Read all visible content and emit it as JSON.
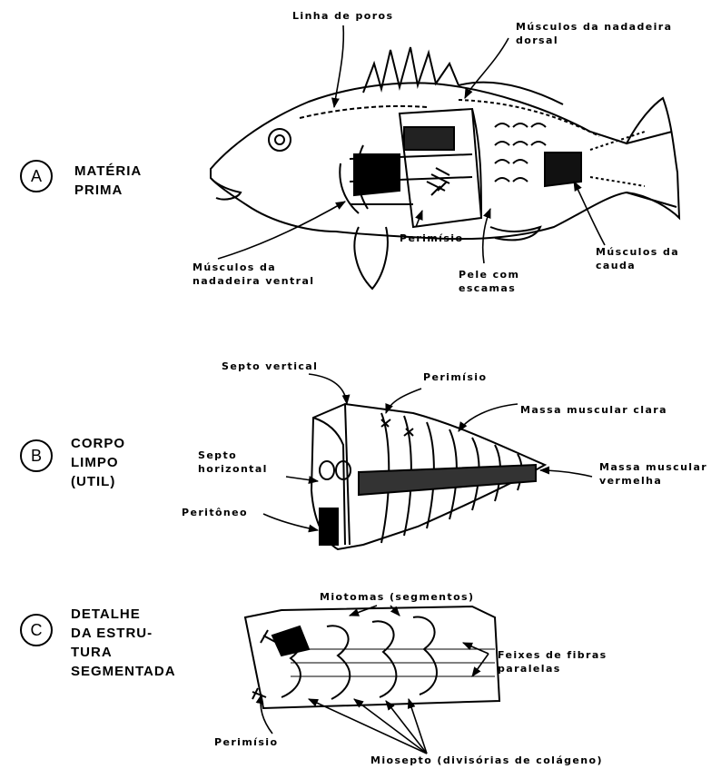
{
  "sections": {
    "a": {
      "letter": "A",
      "title_line1": "MATÉRIA",
      "title_line2": "PRIMA"
    },
    "b": {
      "letter": "B",
      "title_line1": "CORPO",
      "title_line2": "LIMPO",
      "title_line3": "(UTIL)"
    },
    "c": {
      "letter": "C",
      "title_line1": "DETALHE",
      "title_line2": "DA ESTRU-",
      "title_line3": "TURA",
      "title_line4": "SEGMENTADA"
    }
  },
  "labels_a": {
    "linha_poros": "Linha de poros",
    "musculos_dorsal_1": "Músculos da nadadeira",
    "musculos_dorsal_2": "dorsal",
    "musculos_ventral_1": "Músculos da",
    "musculos_ventral_2": "nadadeira ventral",
    "perimisio": "Perimísio",
    "pele_1": "Pele com",
    "pele_2": "escamas",
    "cauda_1": "Músculos da",
    "cauda_2": "cauda"
  },
  "labels_b": {
    "septo_vertical": "Septo vertical",
    "perimisio": "Perimísio",
    "massa_clara": "Massa muscular clara",
    "septo_horizontal_1": "Septo",
    "septo_horizontal_2": "horizontal",
    "massa_vermelha_1": "Massa muscular",
    "massa_vermelha_2": "vermelha",
    "peritoneo": "Peritôneo"
  },
  "labels_c": {
    "miotomos": "Miotomas (segmentos)",
    "feixes_1": "Feixes de fibras",
    "feixes_2": "paralelas",
    "perimisio": "Perimísio",
    "miosepto": "Miosepto  (divisórias de colágeno)"
  },
  "colors": {
    "ink": "#000000",
    "paper": "#ffffff"
  }
}
